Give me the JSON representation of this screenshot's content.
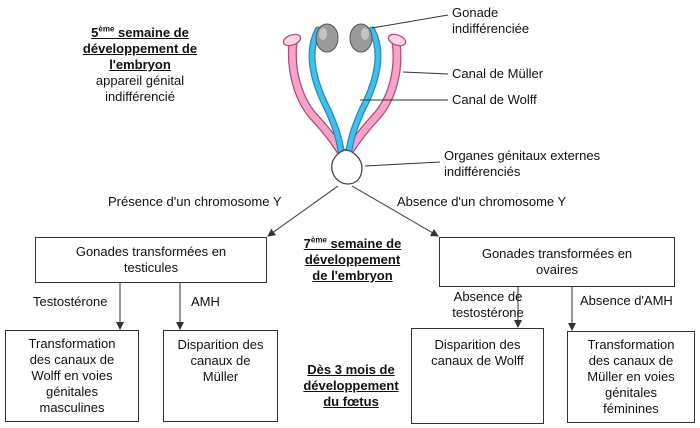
{
  "week5": {
    "line1_num": "5",
    "line1_sup": "ème",
    "line1_rest": " semaine de",
    "line2": "développement de",
    "line3": "l'embryon",
    "sub1": "appareil génital",
    "sub2": "indifférencié"
  },
  "labels": {
    "gonade": [
      "Gonade",
      "indifférenciée"
    ],
    "muller": "Canal de Müller",
    "wolff": "Canal de Wolff",
    "organes": [
      "Organes génitaux externes",
      "indifférenciés"
    ],
    "presence": "Présence d'un chromosome Y",
    "absence": "Absence d'un chromosome Y"
  },
  "week7": {
    "num": "7",
    "sup": "ème",
    "rest": " semaine de",
    "line2": "développement",
    "line3": "de l'embryon"
  },
  "male": {
    "box_line1": "Gonades transformées en",
    "box_line2": "testicules",
    "testosterone": "Testostérone",
    "amh": "AMH",
    "result1": [
      "Transformation",
      "des canaux de",
      "Wolff en voies",
      "génitales",
      "masculines"
    ],
    "result2": [
      "Disparition des",
      "canaux de",
      "Müller"
    ]
  },
  "female": {
    "box_line1": "Gonades transformées en",
    "box_line2": "ovaires",
    "absence_testo": [
      "Absence de",
      "testostérone"
    ],
    "absence_amh": "Absence d'AMH",
    "result1": [
      "Disparition des",
      "canaux de Wolff"
    ],
    "result2": [
      "Transformation",
      "des canaux de",
      "Müller en voies",
      "génitales",
      "féminines"
    ]
  },
  "month3": [
    "Dès 3 mois de",
    "développement",
    "du fœtus"
  ],
  "colors": {
    "muller": "#f5a3c8",
    "muller_edge": "#b5487a",
    "wolff": "#44bde8",
    "gonad": "#9a9a9a"
  }
}
